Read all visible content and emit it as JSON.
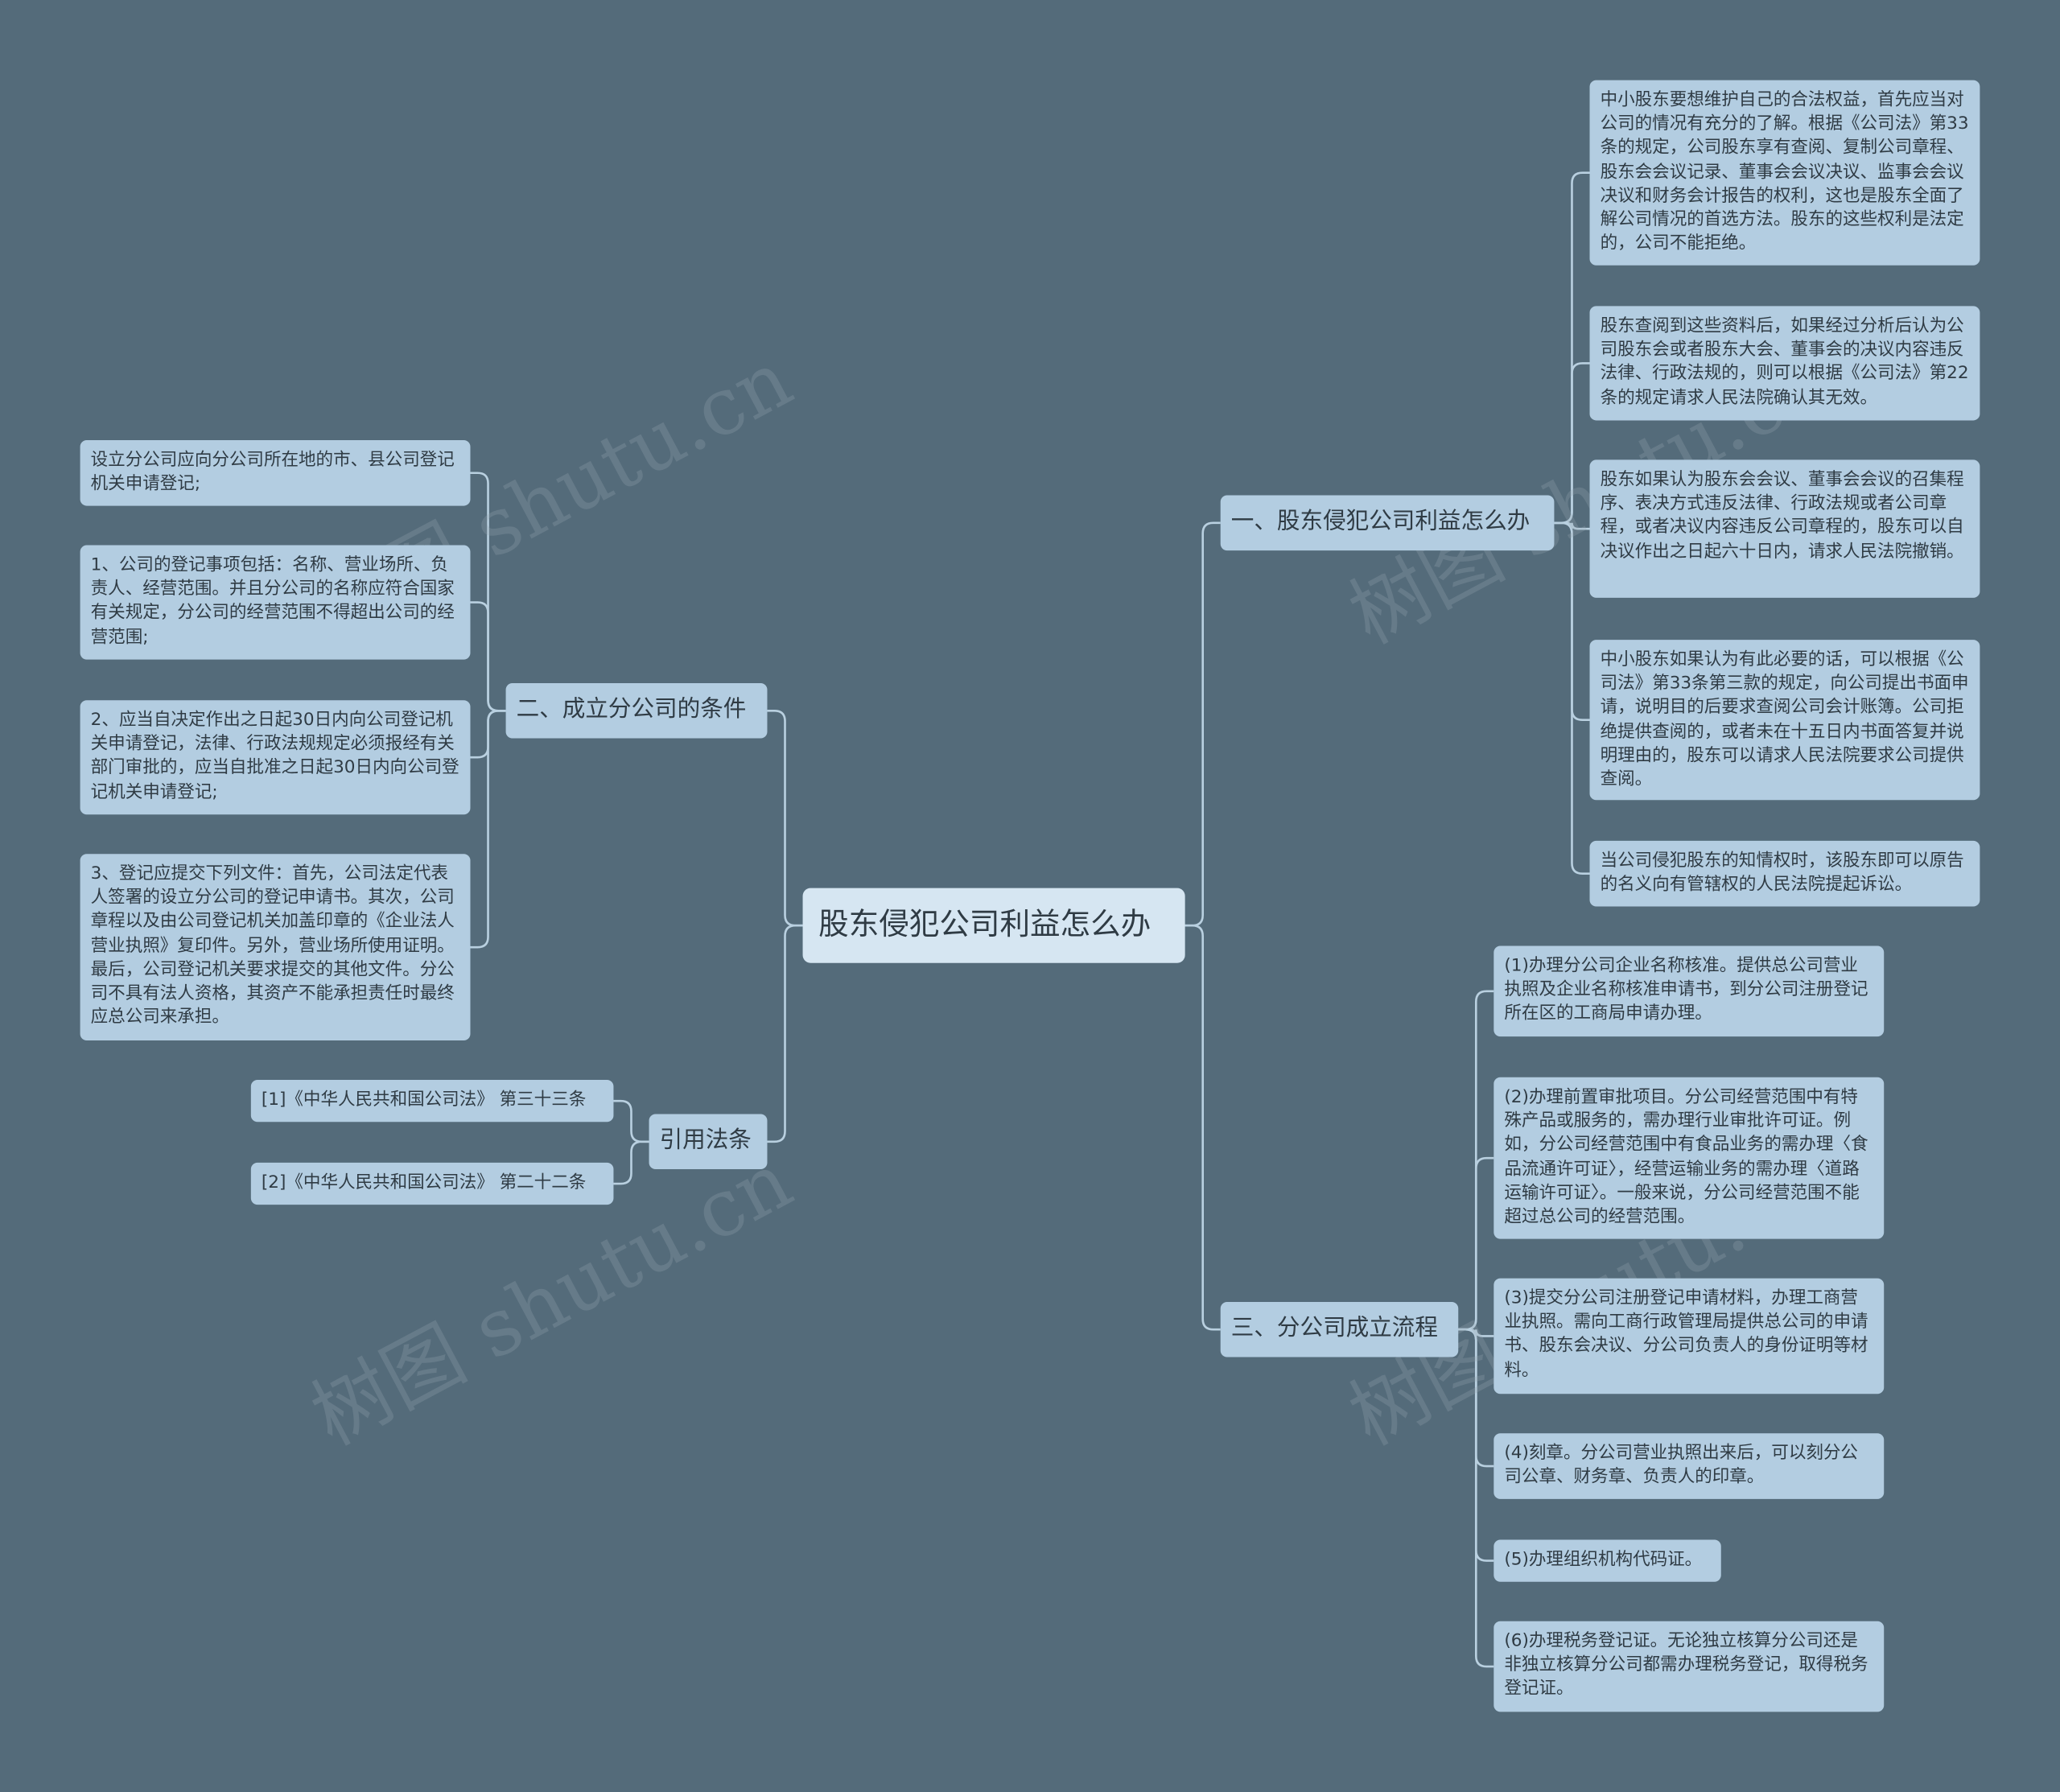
{
  "root": "股东侵犯公司利益怎么办",
  "branches": {
    "b1": {
      "label": "一、股东侵犯公司利益怎么办",
      "items": [
        "中小股东要想维护自己的合法权益，首先应当对公司的情况有充分的了解。根据《公司法》第33条的规定，公司股东享有查阅、复制公司章程、股东会会议记录、董事会会议决议、监事会会议决议和财务会计报告的权利，这也是股东全面了解公司情况的首选方法。股东的这些权利是法定的，公司不能拒绝。",
        "股东查阅到这些资料后，如果经过分析后认为公司股东会或者股东大会、董事会的决议内容违反法律、行政法规的，则可以根据《公司法》第22条的规定请求人民法院确认其无效。",
        "股东如果认为股东会会议、董事会会议的召集程序、表决方式违反法律、行政法规或者公司章程，或者决议内容违反公司章程的，股东可以自决议作出之日起六十日内，请求人民法院撤销。",
        "中小股东如果认为有此必要的话，可以根据《公司法》第33条第三款的规定，向公司提出书面申请，说明目的后要求查阅公司会计账簿。公司拒绝提供查阅的，或者未在十五日内书面答复并说明理由的，股东可以请求人民法院要求公司提供查阅。",
        "当公司侵犯股东的知情权时，该股东即可以原告的名义向有管辖权的人民法院提起诉讼。"
      ]
    },
    "b2": {
      "label": "二、成立分公司的条件",
      "items": [
        "设立分公司应向分公司所在地的市、县公司登记机关申请登记;",
        "1、公司的登记事项包括：名称、营业场所、负责人、经营范围。并且分公司的名称应符合国家有关规定，分公司的经营范围不得超出公司的经营范围;",
        "2、应当自决定作出之日起30日内向公司登记机关申请登记，法律、行政法规规定必须报经有关部门审批的，应当自批准之日起30日内向公司登记机关申请登记;",
        "3、登记应提交下列文件：首先，公司法定代表人签署的设立分公司的登记申请书。其次，公司章程以及由公司登记机关加盖印章的《企业法人营业执照》复印件。另外，营业场所使用证明。最后，公司登记机关要求提交的其他文件。分公司不具有法人资格，其资产不能承担责任时最终应总公司来承担。"
      ]
    },
    "b3": {
      "label": "三、分公司成立流程",
      "items": [
        "(1)办理分公司企业名称核准。提供总公司营业执照及企业名称核准申请书，到分公司注册登记所在区的工商局申请办理。",
        "(2)办理前置审批项目。分公司经营范围中有特殊产品或服务的，需办理行业审批许可证。例如，分公司经营范围中有食品业务的需办理〈食品流通许可证〉，经营运输业务的需办理〈道路运输许可证〉。一般来说，分公司经营范围不能超过总公司的经营范围。",
        "(3)提交分公司注册登记申请材料，办理工商营业执照。需向工商行政管理局提供总公司的申请书、股东会决议、分公司负责人的身份证明等材料。",
        "(4)刻章。分公司营业执照出来后，可以刻分公司公章、财务章、负责人的印章。",
        "(5)办理组织机构代码证。",
        "(6)办理税务登记证。无论独立核算分公司还是非独立核算分公司都需办理税务登记，取得税务登记证。"
      ]
    },
    "b4": {
      "label": "引用法条",
      "items": [
        "[1]《中华人民共和国公司法》 第三十三条",
        "[2]《中华人民共和国公司法》 第二十二条"
      ]
    }
  },
  "watermark": "树图 shutu.cn",
  "colors": {
    "background": "#546b7a",
    "node": "#b3cde1",
    "root": "#d6e6f2",
    "line": "#b9d0e0",
    "text": "#2f3b44"
  }
}
